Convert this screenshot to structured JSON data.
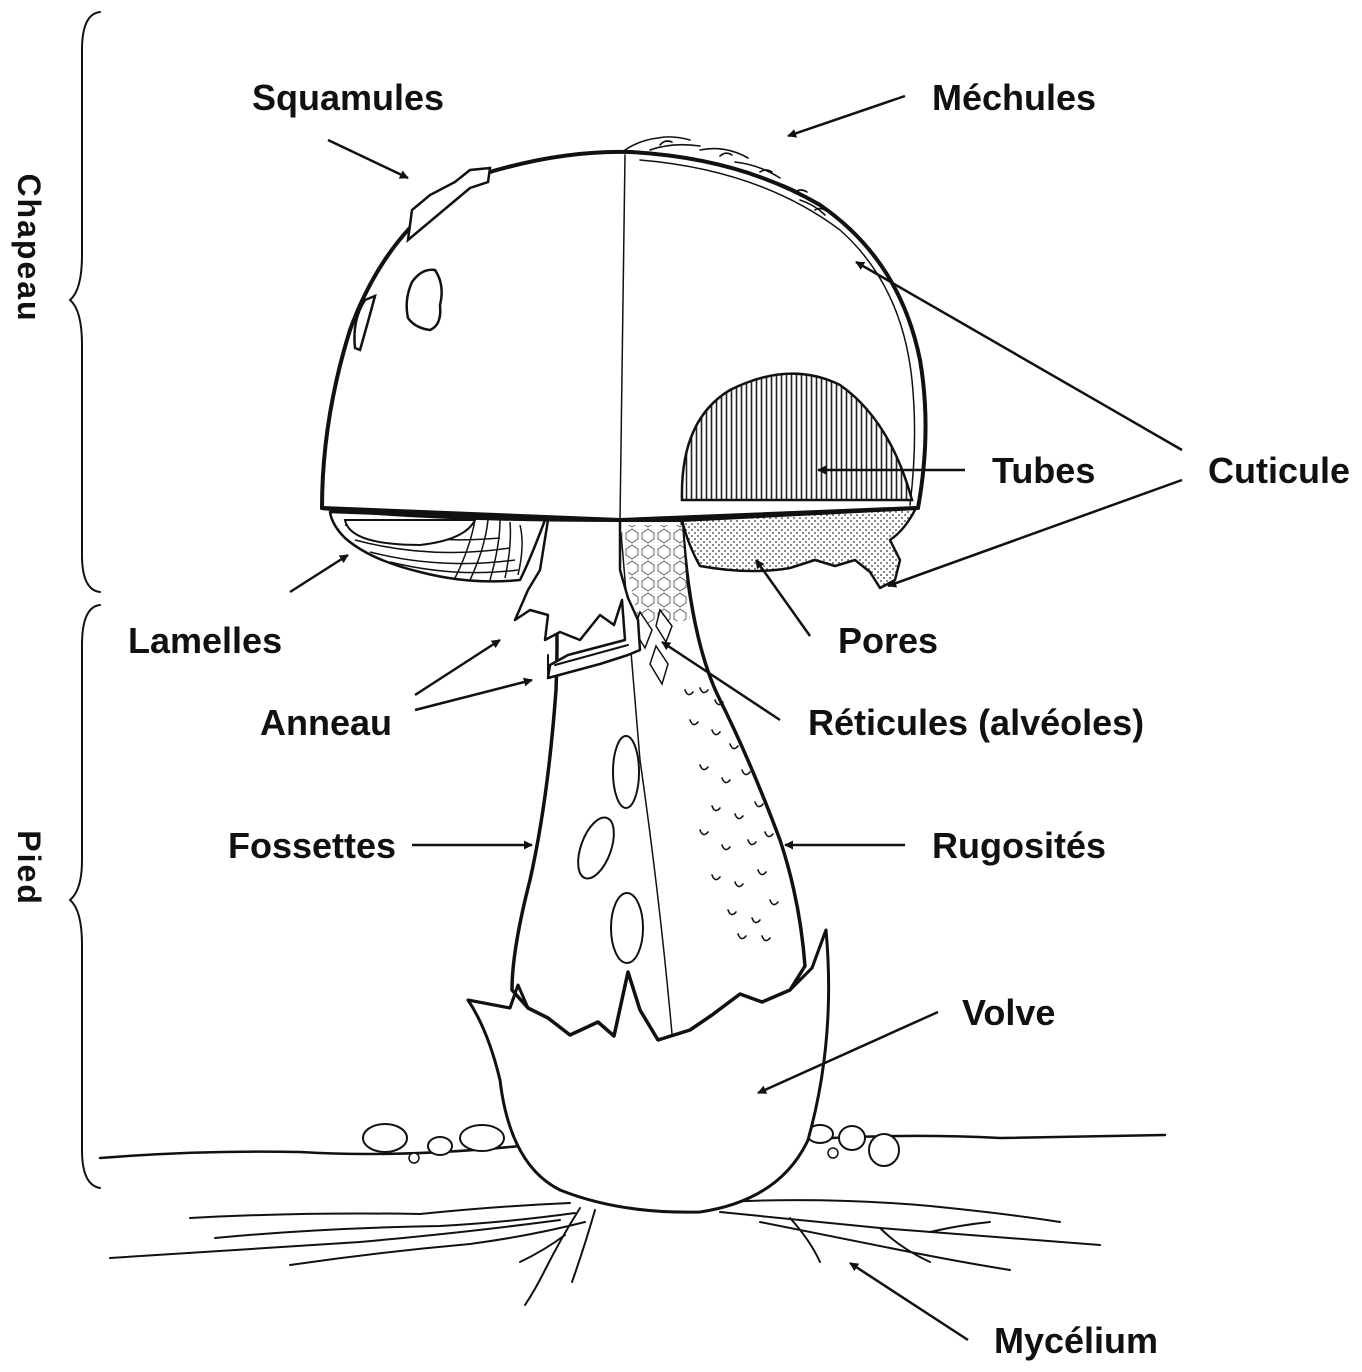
{
  "diagram": {
    "sections": {
      "chapeau": "Chapeau",
      "pied": "Pied"
    },
    "labels": {
      "squamules": "Squamules",
      "mechules": "Méchules",
      "tubes": "Tubes",
      "cuticule": "Cuticule",
      "lamelles": "Lamelles",
      "pores": "Pores",
      "anneau": "Anneau",
      "reticules": "Réticules (alvéoles)",
      "fossettes": "Fossettes",
      "rugosites": "Rugosités",
      "volve": "Volve",
      "mycelium": "Mycélium"
    }
  }
}
